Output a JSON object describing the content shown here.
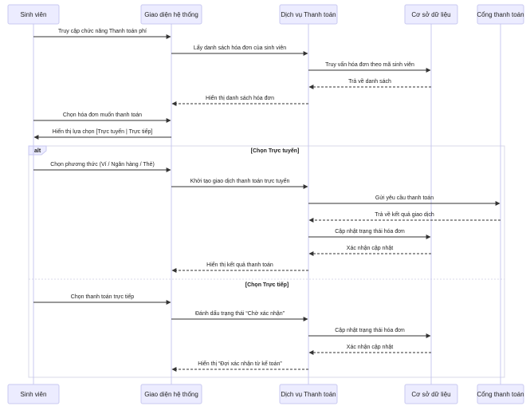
{
  "actors": [
    {
      "id": "sv",
      "label": "Sinh viên"
    },
    {
      "id": "ui",
      "label": "Giao diện hệ thống"
    },
    {
      "id": "pay",
      "label": "Dịch vụ Thanh toán"
    },
    {
      "id": "db",
      "label": "Cơ sở dữ liệu"
    },
    {
      "id": "gw",
      "label": "Cổng thanh toán"
    }
  ],
  "messages": [
    {
      "from": "sv",
      "to": "ui",
      "text": "Truy cập chức năng Thanh toán phí",
      "style": "solid"
    },
    {
      "from": "ui",
      "to": "pay",
      "text": "Lấy danh sách hóa đơn của sinh viên",
      "style": "solid"
    },
    {
      "from": "pay",
      "to": "db",
      "text": "Truy vấn hóa đơn theo mã sinh viên",
      "style": "solid"
    },
    {
      "from": "db",
      "to": "pay",
      "text": "Trả về danh sách",
      "style": "dashed"
    },
    {
      "from": "pay",
      "to": "ui",
      "text": "Hiển thị danh sách hóa đơn",
      "style": "dashed"
    },
    {
      "from": "sv",
      "to": "ui",
      "text": "Chọn hóa đơn muốn thanh toán",
      "style": "solid"
    },
    {
      "from": "ui",
      "to": "sv",
      "text": "Hiển thị lựa chọn [Trực tuyến | Trực tiếp]",
      "style": "solid"
    },
    {
      "from": "sv",
      "to": "ui",
      "text": "Chọn phương thức (Ví / Ngân hàng / Thẻ)",
      "style": "solid"
    },
    {
      "from": "ui",
      "to": "pay",
      "text": "Khởi tạo giao dịch thanh toán trực tuyến",
      "style": "solid"
    },
    {
      "from": "pay",
      "to": "gw",
      "text": "Gửi yêu cầu thanh toán",
      "style": "solid"
    },
    {
      "from": "gw",
      "to": "pay",
      "text": "Trả về kết quả giao dịch",
      "style": "dashed"
    },
    {
      "from": "pay",
      "to": "db",
      "text": "Cập nhật trạng thái hóa đơn",
      "style": "solid"
    },
    {
      "from": "db",
      "to": "pay",
      "text": "Xác nhận cập nhật",
      "style": "dashed"
    },
    {
      "from": "pay",
      "to": "ui",
      "text": "Hiển thị kết quả thanh toán",
      "style": "dashed"
    },
    {
      "from": "sv",
      "to": "ui",
      "text": "Chọn thanh toán trực tiếp",
      "style": "solid"
    },
    {
      "from": "ui",
      "to": "pay",
      "text": "Đánh dấu trạng thái “Chờ xác nhận”",
      "style": "solid"
    },
    {
      "from": "pay",
      "to": "db",
      "text": "Cập nhật trạng thái hóa đơn",
      "style": "solid"
    },
    {
      "from": "db",
      "to": "pay",
      "text": "Xác nhận cập nhật",
      "style": "dashed"
    },
    {
      "from": "pay",
      "to": "ui",
      "text": "Hiển thị “Đợi xác nhận từ kế toán”",
      "style": "dashed"
    }
  ],
  "alt_frame": {
    "label": "alt",
    "conditions": [
      "[Chọn Trực tuyến]",
      "[Chọn Trực tiếp]"
    ]
  }
}
